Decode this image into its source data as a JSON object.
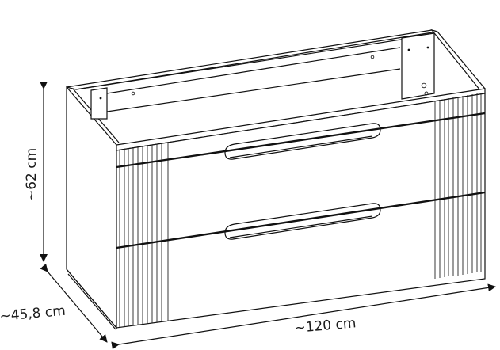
{
  "diagram": {
    "subject": "Bathroom vanity cabinet with two drawers, fluted side panels",
    "dimensions": {
      "height": {
        "label": "~62 cm",
        "value": 62,
        "unit": "cm"
      },
      "depth": {
        "label": "~45,8 cm",
        "value": 45.8,
        "unit": "cm"
      },
      "width": {
        "label": "~120 cm",
        "value": 120,
        "unit": "cm"
      }
    },
    "drawers": [
      {
        "name": "upper-drawer",
        "handle": "recessed-oval-handle"
      },
      {
        "name": "lower-drawer",
        "handle": "recessed-oval-handle"
      }
    ],
    "colors": {
      "line": "#111111",
      "background": "#ffffff",
      "text": "#1a1a1a"
    }
  }
}
